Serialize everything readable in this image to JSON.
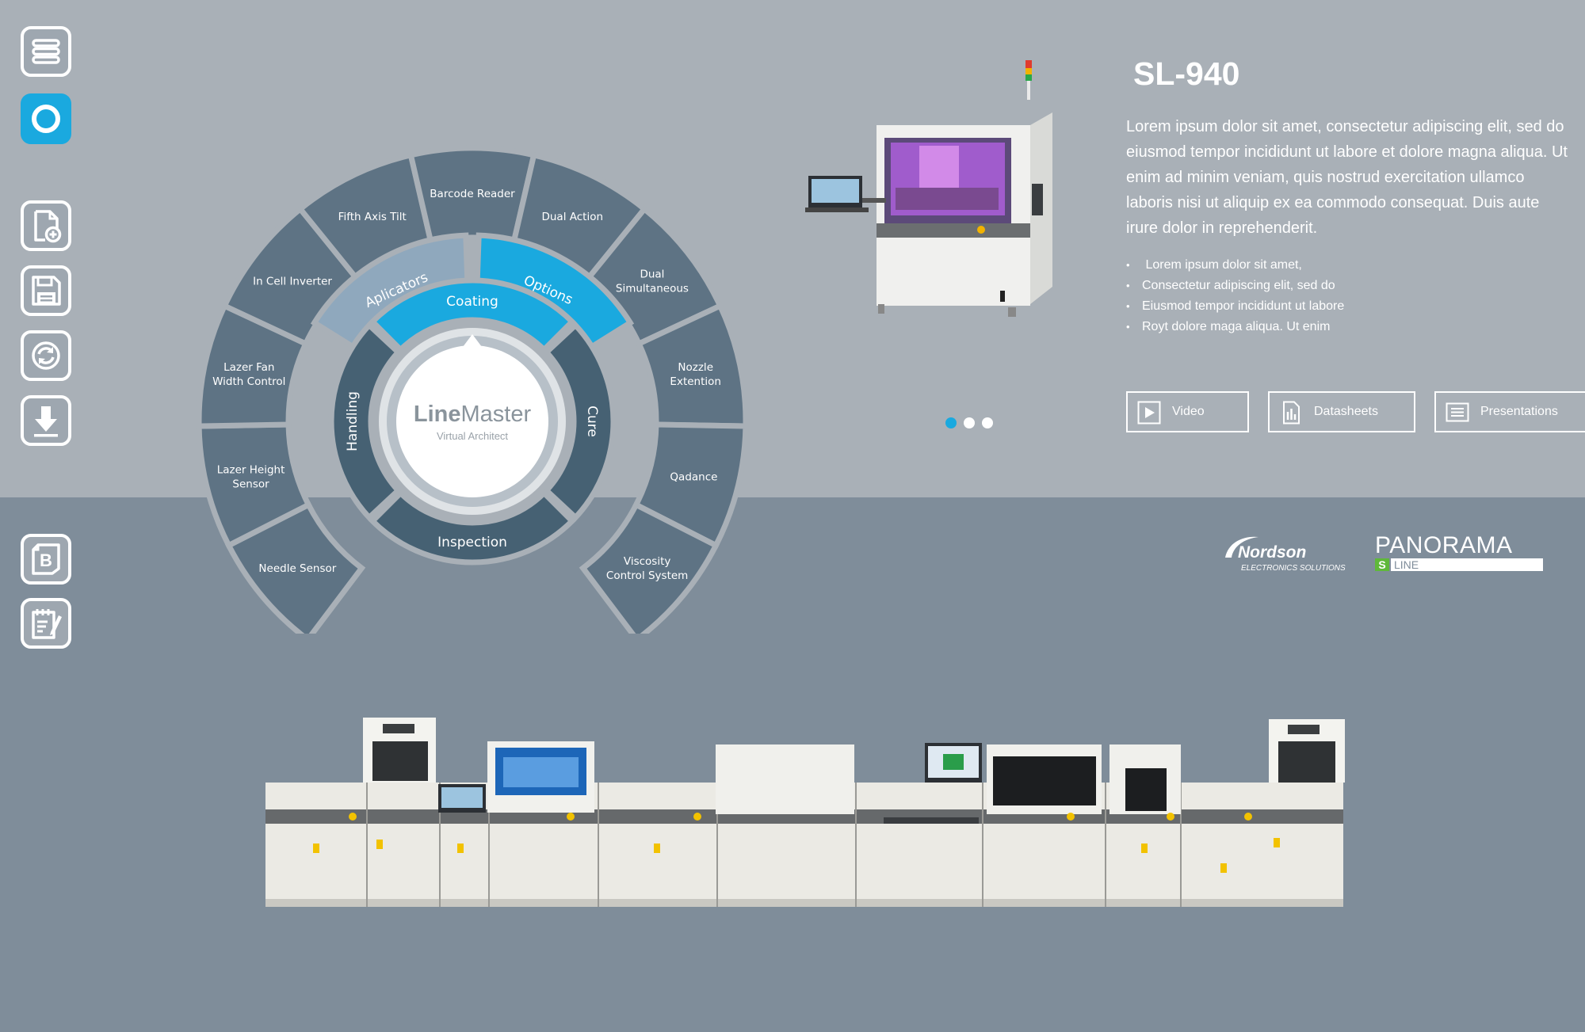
{
  "toolbar": {
    "items": [
      {
        "name": "menu-button",
        "icon": "menu-icon"
      },
      {
        "name": "record-button",
        "icon": "circle-icon",
        "active": true
      },
      {
        "name": "new-file-button",
        "icon": "new-file-icon"
      },
      {
        "name": "save-button",
        "icon": "save-icon"
      },
      {
        "name": "refresh-button",
        "icon": "refresh-icon"
      },
      {
        "name": "download-button",
        "icon": "download-icon"
      },
      {
        "name": "bill-of-materials-button",
        "icon": "document-b-icon"
      },
      {
        "name": "notes-button",
        "icon": "notepad-edit-icon"
      }
    ]
  },
  "wheel": {
    "center_brand_bold": "Line",
    "center_brand_light": "Master",
    "center_subtitle": "Virtual Architect",
    "inner_ring": {
      "coating": "Coating",
      "cure": "Cure",
      "inspection": "Inspection",
      "handling": "Handling"
    },
    "middle_ring": {
      "aplicators": "Aplicators",
      "options": "Options"
    },
    "outer_ring": [
      {
        "line1": "Needle Sensor",
        "line2": ""
      },
      {
        "line1": "Lazer Height",
        "line2": "Sensor"
      },
      {
        "line1": "Lazer Fan",
        "line2": "Width Control"
      },
      {
        "line1": "In Cell Inverter",
        "line2": ""
      },
      {
        "line1": "Fifth Axis Tilt",
        "line2": ""
      },
      {
        "line1": "Barcode Reader",
        "line2": ""
      },
      {
        "line1": "Dual Action",
        "line2": ""
      },
      {
        "line1": "Dual",
        "line2": "Simultaneous"
      },
      {
        "line1": "Nozzle",
        "line2": "Extention"
      },
      {
        "line1": "Qadance",
        "line2": ""
      },
      {
        "line1": "Viscosity",
        "line2": "Control System"
      }
    ],
    "colors": {
      "outer": "#5e7384",
      "inner_dark": "#466173",
      "accent": "#1aa9df",
      "aplicators": "#8fa8bd"
    }
  },
  "product": {
    "title": "SL-940",
    "description": "Lorem ipsum dolor sit amet, consectetur adipiscing elit, sed do eiusmod tempor incididunt ut labore et dolore magna aliqua. Ut enim ad minim veniam, quis nostrud exercitation ullamco laboris nisi ut aliquip ex ea commodo consequat. Duis aute irure dolor in reprehenderit.",
    "bullets": [
      " Lorem ipsum dolor sit amet,",
      "Consectetur adipiscing elit, sed do",
      "Eiusmod tempor incididunt ut labore",
      "Royt dolore maga aliqua. Ut enim"
    ],
    "carousel": {
      "count": 3,
      "active_index": 0
    },
    "buttons": {
      "video": "Video",
      "datasheets": "Datasheets",
      "presentations": "Presentations"
    }
  },
  "logos": {
    "nordson_name": "Nordson",
    "nordson_tagline": "ELECTRONICS SOLUTIONS",
    "panorama_name": "PANORAMA",
    "panorama_badge": "S",
    "panorama_line": "LINE"
  }
}
